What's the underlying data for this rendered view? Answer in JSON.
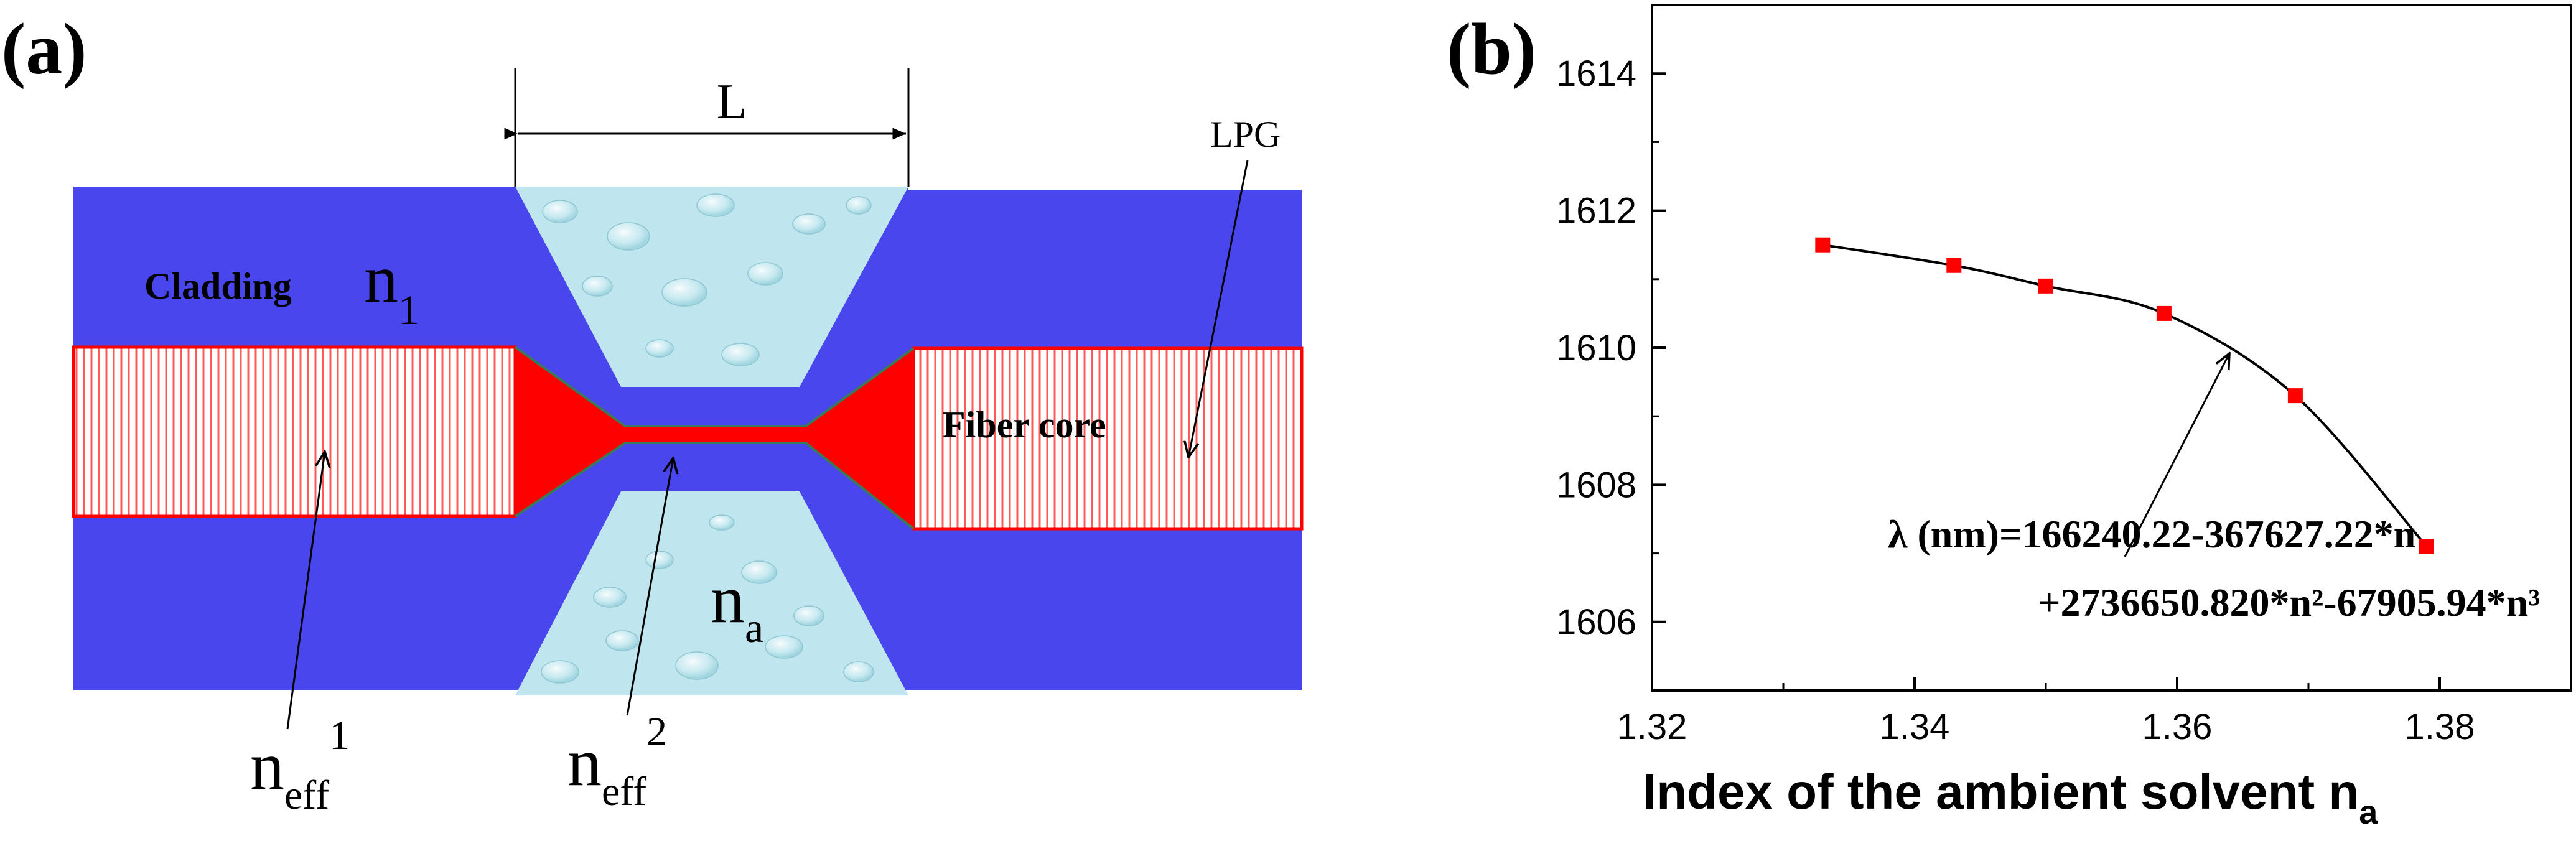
{
  "panel_a": {
    "label": "(a)",
    "length_label": "L",
    "lpg_label": "LPG",
    "cladding_label": "Cladding",
    "n1_main": "n",
    "n1_sub": "1",
    "fiber_core_label": "Fiber core",
    "na_main": "n",
    "na_sub": "a",
    "neff1_main": "n",
    "neff1_sub": "eff",
    "neff1_sup": "1",
    "neff2_main": "n",
    "neff2_sub": "eff",
    "neff2_sup": "2",
    "colors": {
      "cladding": "#4a46ee",
      "core": "#ff0000",
      "core_border": "#ff0000",
      "solvent": "#bfe6ee"
    }
  },
  "panel_b": {
    "label": "(b)",
    "xlabel_main": "Index of the ambient solvent n",
    "xlabel_sub": "a",
    "equation_line1": "λ (nm)=166240.22-367627.22*n",
    "equation_line2": "+2736650.820*n²-67905.94*n³",
    "marker_color": "#ff0000",
    "line_color": "#000000"
  },
  "chart_data": {
    "type": "scatter",
    "x": [
      1.333,
      1.343,
      1.35,
      1.359,
      1.369,
      1.379
    ],
    "y": [
      1611.5,
      1611.2,
      1610.9,
      1610.5,
      1609.3,
      1607.1
    ],
    "fit_curve": true,
    "title": "",
    "xlabel": "Index of the ambient solvent n_a",
    "ylabel": "",
    "xlim": [
      1.32,
      1.39
    ],
    "ylim": [
      1605,
      1615
    ],
    "xticks": [
      "1.32",
      "1.34",
      "1.36",
      "1.38"
    ],
    "yticks": [
      "1606",
      "1608",
      "1610",
      "1612",
      "1614"
    ],
    "xtick_values": [
      1.32,
      1.34,
      1.36,
      1.38
    ],
    "ytick_values": [
      1606,
      1608,
      1610,
      1612,
      1614
    ],
    "grid": false
  }
}
